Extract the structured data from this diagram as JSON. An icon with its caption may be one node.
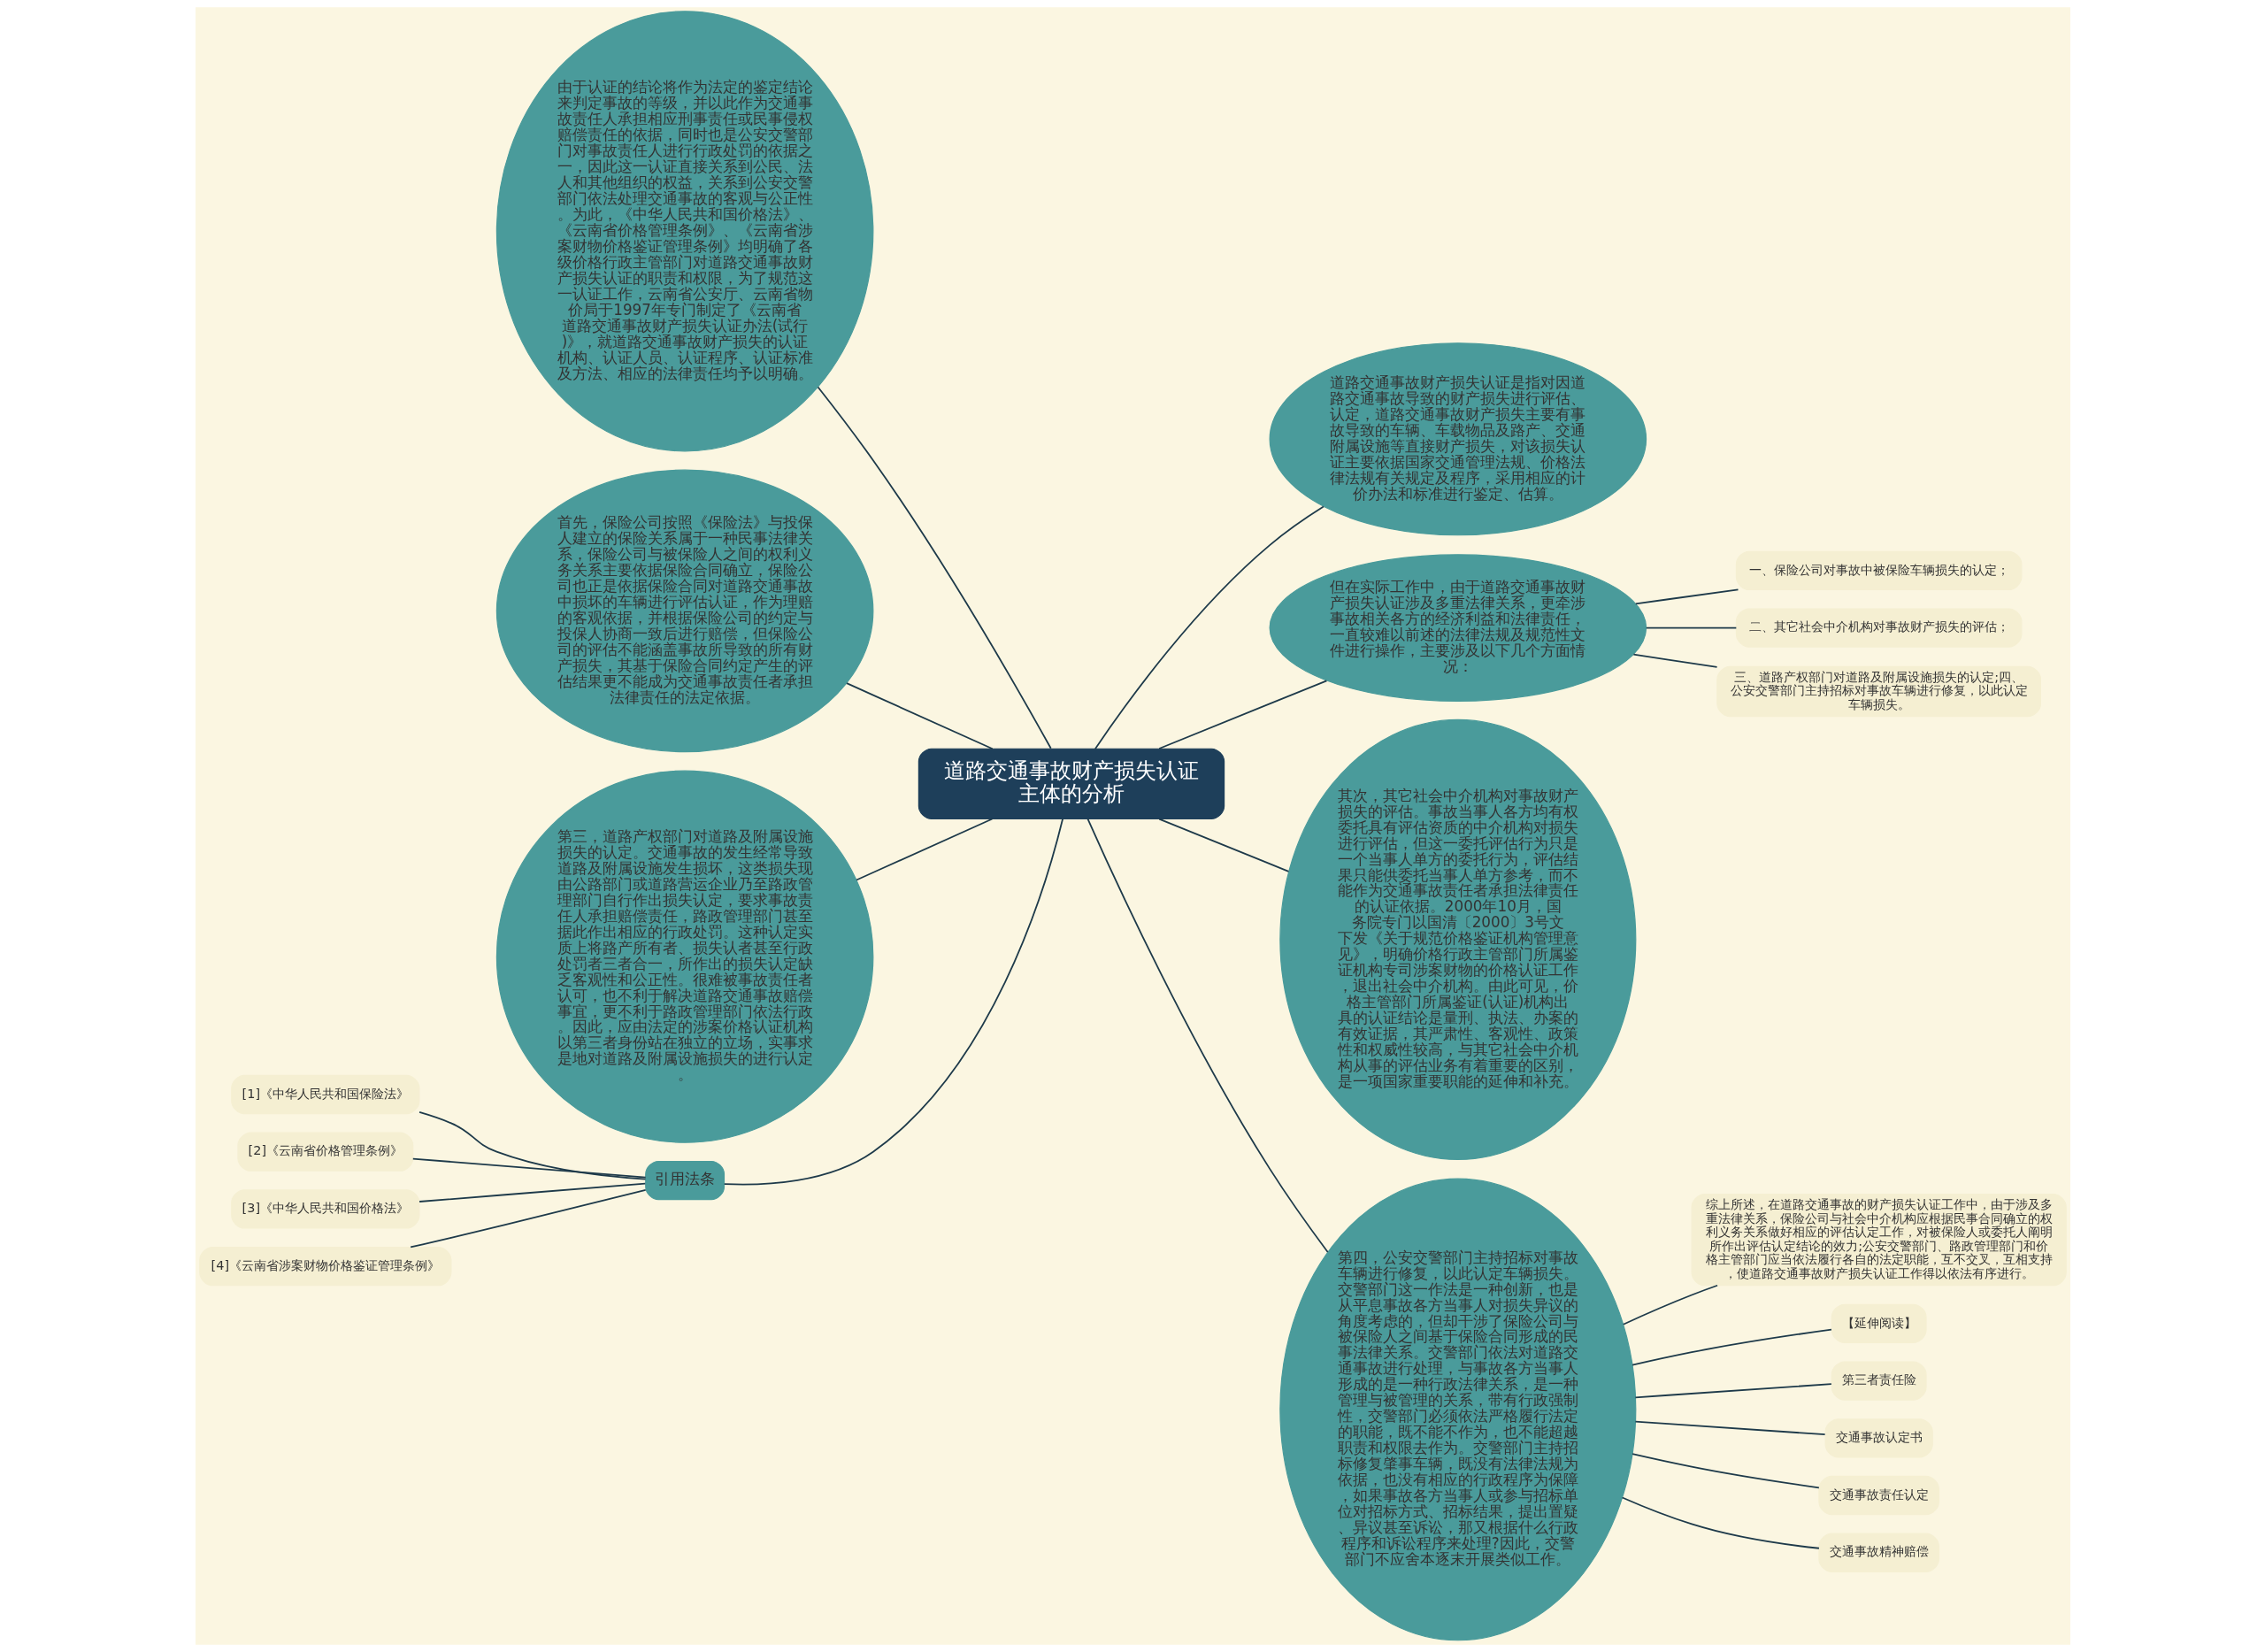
{
  "diagram": {
    "nodes": [
      {
        "text": [
          "道路交通事故财产损失认证主体的分析"
        ]
      },
      {
        "text": [
          "道路交通事故财产损失认证是指对因道路交通事故导致的财产损失进行评估、认定，道路交通事故财产损失主要有事故导致的车辆、车载物品及路产、交通附属设施等直接财产损失，对该损失认证主要依据国家交通管理法规、价格法律法规有关规定及程序，采用相应的计价办法和标准进行鉴定、估算。"
        ]
      },
      {
        "text": [
          "但在实际工作中，由于道路交通事故财产损失认证涉及多重法律关系，更牵涉事故相关各方的经济利益和法律责任，一直较难以前述的法律法规及规范性文件进行操作，主要涉及以下几个方面情况："
        ]
      },
      {
        "text": [
          "一、保险公司对事故中被保险车辆损失的认定；"
        ]
      },
      {
        "text": [
          "二、其它社会中介机构对事故财产损失的评估；"
        ]
      },
      {
        "text": [
          "三、道路产权部门对道路及附属设施损失的认定;四、公安交警部门主持招标对事故车辆进行修复，以此认定车辆损失。"
        ]
      },
      {
        "text": [
          "其次，其它社会中介机构对事故财产损失的评估。事故当事人各方均有权委托具有评估资质的中介机构对损失进行评估，但这一委托评估行为只是一个当事人单方的委托行为，评估结果只能供委托当事人单方参考，而不能作为交通事故责任者承担法律责任的认证依据。2000年10月，国务院专门以国清〔2000〕3号文下发《关于规范价格鉴证机构管理意见》，明确价格行政主管部门所属鉴证机构专司涉案财物的价格认证工作，退出社会中介机构。由此可见，价格主管部门所属鉴证(认证)机构出具的认证结论是量刑、执法、办案的有效证据，其严肃性、客观性、政策性和权威性较高，与其它社会中介机构从事的评估业务有着重要的区别，是一项国家重要职能的延伸和补充。"
        ]
      },
      {
        "text": [
          "第四，公安交警部门主持招标对事故车辆进行修复，以此认定车辆损失。交警部门这一作法是一种创新，也是从平息事故各方当事人对损失异议的角度考虑的，但却干涉了保险公司与被保险人之间基于保险合同形成的民事法律关系。交警部门依法对道路交通事故进行处理，与事故各方当事人形成的是一种行政法律关系，是一种管理与被管理的关系，带有行政强制性，交警部门必须依法严格履行法定的职能，既不能不作为，也不能超越职责和权限去作为。交警部门主持招标修复肇事车辆，既没有法律法规为依据，也没有相应的行政程序为保障，如果事故各方当事人或参与招标单位对招标方式、招标结果，提出置疑、异议甚至诉讼，那又根据什么行政程序和诉讼程序来处理?因此，交警部门不应舍本逐末开展类似工作。"
        ]
      },
      {
        "text": [
          "综上所述，在道路交通事故的财产损失认证工作中，由于涉及多重法律关系，保险公司与社会中介机构应根据民事合同确立的权利义务关系做好相应的评估认定工作，对被保险人或委托人阐明所作出评估认定结论的效力;公安交警部门、路政管理部门和价格主管部门应当依法履行各自的法定职能，互不交叉，互相支持，使道路交通事故财产损失认证工作得以依法有序进行。"
        ]
      },
      {
        "text": [
          "【延伸阅读】"
        ]
      },
      {
        "text": [
          "第三者责任险"
        ]
      },
      {
        "text": [
          "交通事故认定书"
        ]
      },
      {
        "text": [
          "交通事故责任认定"
        ]
      },
      {
        "text": [
          "交通事故精神赔偿"
        ]
      },
      {
        "text": [
          "由于认证的结论将作为法定的鉴定结论来判定事故的等级，并以此作为交通事故责任人承担相应刑事责任或民事侵权赔偿责任的依据，同时也是公安交警部门对事故责任人进行行政处罚的依据之一，因此这一认证直接关系到公民、法人和其他组织的权益，关系到公安交警部门依法处理交通事故的客观与公正性。为此，《中华人民共和国价格法》、《云南省价格管理条例》、《云南省涉案财物价格鉴证管理条例》均明确了各级价格行政主管部门对道路交通事故财产损失认证的职责和权限，为了规范这一认证工作，云南省公安厅、云南省物价局于1997年专门制定了《云南省道路交通事故财产损失认证办法(试行)》，就道路交通事故财产损失的认证机构、认证人员、认证程序、认证标准及方法、相应的法律责任均予以明确。"
        ]
      },
      {
        "text": [
          "首先，保险公司按照《保险法》与投保人建立的保险关系属于一种民事法律关系，保险公司与被保险人之间的权利义务关系主要依据保险合同确立，保险公司也正是依据保险合同对道路交通事故中损坏的车辆进行评估认证，作为理赔的客观依据，并根据保险公司的约定与投保人协商一致后进行赔偿，但保险公司的评估不能涵盖事故所导致的所有财产损失，其基于保险合同约定产生的评估结果更不能成为交通事故责任者承担法律责任的法定依据。"
        ]
      },
      {
        "text": [
          "第三，道路产权部门对道路及附属设施损失的认定。交通事故的发生经常导致道路及附属设施发生损坏，这类损失现由公路部门或道路营运企业乃至路政管理部门自行作出损失认定，要求事故责任人承担赔偿责任，路政管理部门甚至据此作出相应的行政处罚。这种认定实质上将路产所有者、损失认者甚至行政处罚者三者合一，所作出的损失认定缺乏客观性和公正性。很难被事故责任者认可，也不利于解决道路交通事故赔偿事宜，更不利于路政管理部门依法行政。因此，应由法定的涉案价格认证机构以第三者身份站在独立的立场，实事求是地对道路及附属设施损失的进行认定。"
        ]
      },
      {
        "text": [
          "引用法条"
        ]
      },
      {
        "text": [
          "[1]《中华人民共和国保险法》"
        ]
      },
      {
        "text": [
          "[2]《云南省价格管理条例》"
        ]
      },
      {
        "text": [
          "[3]《中华人民共和国价格法》"
        ]
      },
      {
        "text": [
          "[4]《云南省涉案财物价格鉴证管理条例》"
        ]
      }
    ],
    "edges": [
      {
        "from": 0,
        "to": 1,
        "arrow": "none"
      },
      {
        "from": 0,
        "to": 2,
        "arrow": "none"
      },
      {
        "from": 2,
        "to": 3,
        "arrow": "none"
      },
      {
        "from": 2,
        "to": 4,
        "arrow": "none"
      },
      {
        "from": 2,
        "to": 5,
        "arrow": "none"
      },
      {
        "from": 0,
        "to": 6,
        "arrow": "none"
      },
      {
        "from": 0,
        "to": 7,
        "arrow": "none"
      },
      {
        "from": 7,
        "to": 8,
        "arrow": "none"
      },
      {
        "from": 7,
        "to": 9,
        "arrow": "none"
      },
      {
        "from": 7,
        "to": 10,
        "arrow": "none"
      },
      {
        "from": 7,
        "to": 11,
        "arrow": "none"
      },
      {
        "from": 7,
        "to": 12,
        "arrow": "none"
      },
      {
        "from": 7,
        "to": 13,
        "arrow": "none"
      },
      {
        "from": 0,
        "to": 14,
        "arrow": "none"
      },
      {
        "from": 0,
        "to": 15,
        "arrow": "none"
      },
      {
        "from": 0,
        "to": 16,
        "arrow": "none"
      },
      {
        "from": 0,
        "to": 17,
        "arrow": "none"
      },
      {
        "from": 17,
        "to": 18,
        "arrow": "none"
      },
      {
        "from": 17,
        "to": 19,
        "arrow": "none"
      },
      {
        "from": 17,
        "to": 20,
        "arrow": "none"
      },
      {
        "from": 17,
        "to": 21,
        "arrow": "none"
      }
    ]
  }
}
